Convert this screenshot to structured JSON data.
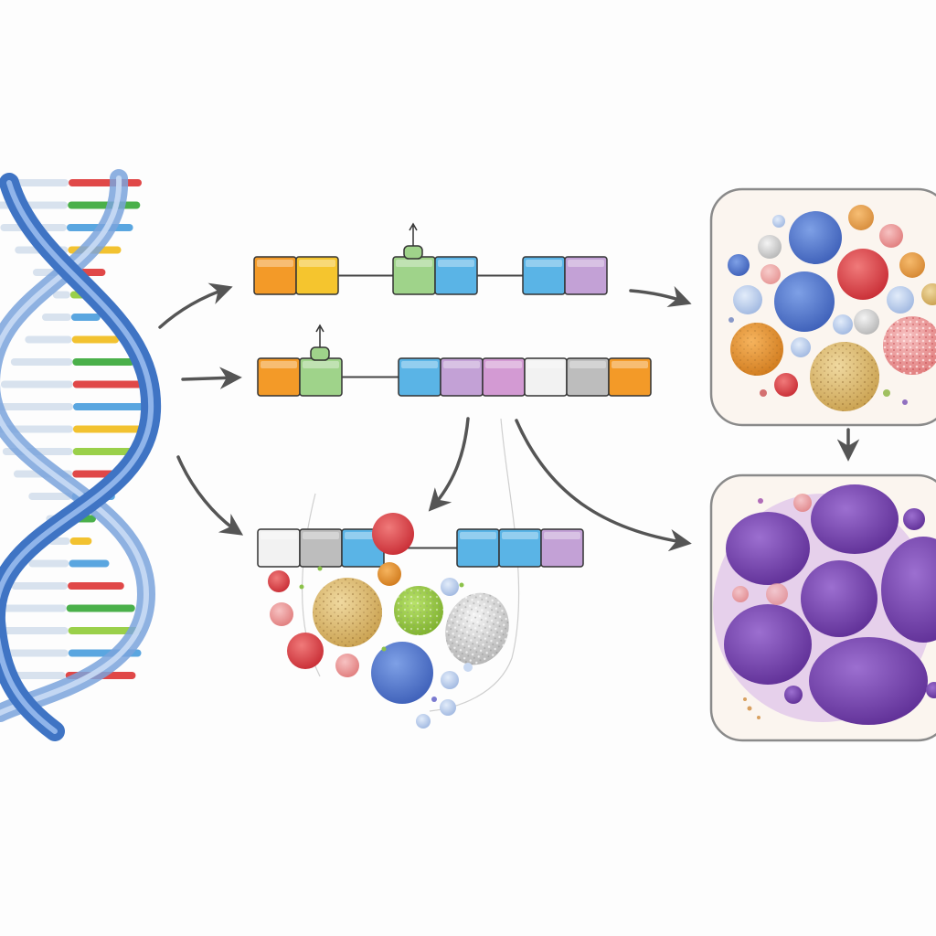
{
  "colors": {
    "background": "#fdfdfd",
    "helix_blue": "#4a7fc8",
    "helix_light": "#a9c8ee",
    "arrow": "#555555",
    "panel_border": "#8a8a8a",
    "panel_fill": "#fbf5ef",
    "gene_orange": "#f39a28",
    "gene_yellow": "#f5c52e",
    "gene_green": "#9fd38a",
    "gene_blue": "#5ab4e6",
    "gene_violet": "#c3a1d6",
    "gene_magenta": "#d39ad3",
    "gene_white": "#f2f2f2",
    "gene_gray": "#bdbdbd",
    "cell_purple": "#7a4bb0",
    "cell_red": "#e0444a",
    "cell_blue": "#4a6fc7",
    "cell_tan": "#e2c27a",
    "cell_pink": "#e89a9a"
  },
  "diagram": {
    "nodes": [
      {
        "id": "dna-helix",
        "icon": "dna-helix-icon"
      },
      {
        "id": "gene-row-1",
        "icon": "gene-segment-row"
      },
      {
        "id": "gene-row-2",
        "icon": "gene-segment-row"
      },
      {
        "id": "gene-row-3",
        "icon": "gene-segment-row"
      },
      {
        "id": "mixed-cell-cluster",
        "icon": "cell-cluster-icon"
      },
      {
        "id": "mixed-cells-panel",
        "icon": "cell-panel-icon"
      },
      {
        "id": "purple-cells-panel",
        "icon": "cell-panel-icon"
      }
    ],
    "edges": [
      {
        "from": "dna-helix",
        "to": "gene-row-1"
      },
      {
        "from": "dna-helix",
        "to": "gene-row-2"
      },
      {
        "from": "dna-helix",
        "to": "gene-row-3"
      },
      {
        "from": "gene-row-1",
        "to": "mixed-cells-panel"
      },
      {
        "from": "gene-row-2",
        "to": "gene-row-3"
      },
      {
        "from": "gene-row-2",
        "to": "purple-cells-panel"
      },
      {
        "from": "mixed-cells-panel",
        "to": "purple-cells-panel"
      }
    ],
    "rows": [
      {
        "segments": [
          "orange",
          "yellow",
          "gap",
          "green-bump",
          "blue",
          "gap",
          "blue",
          "violet"
        ]
      },
      {
        "segments": [
          "orange",
          "green-bump",
          "gap",
          "blue",
          "violet",
          "magenta",
          "white",
          "gray",
          "orange"
        ]
      },
      {
        "segments": [
          "white",
          "gray",
          "blue",
          "gap",
          "blue",
          "blue",
          "violet"
        ]
      }
    ]
  }
}
